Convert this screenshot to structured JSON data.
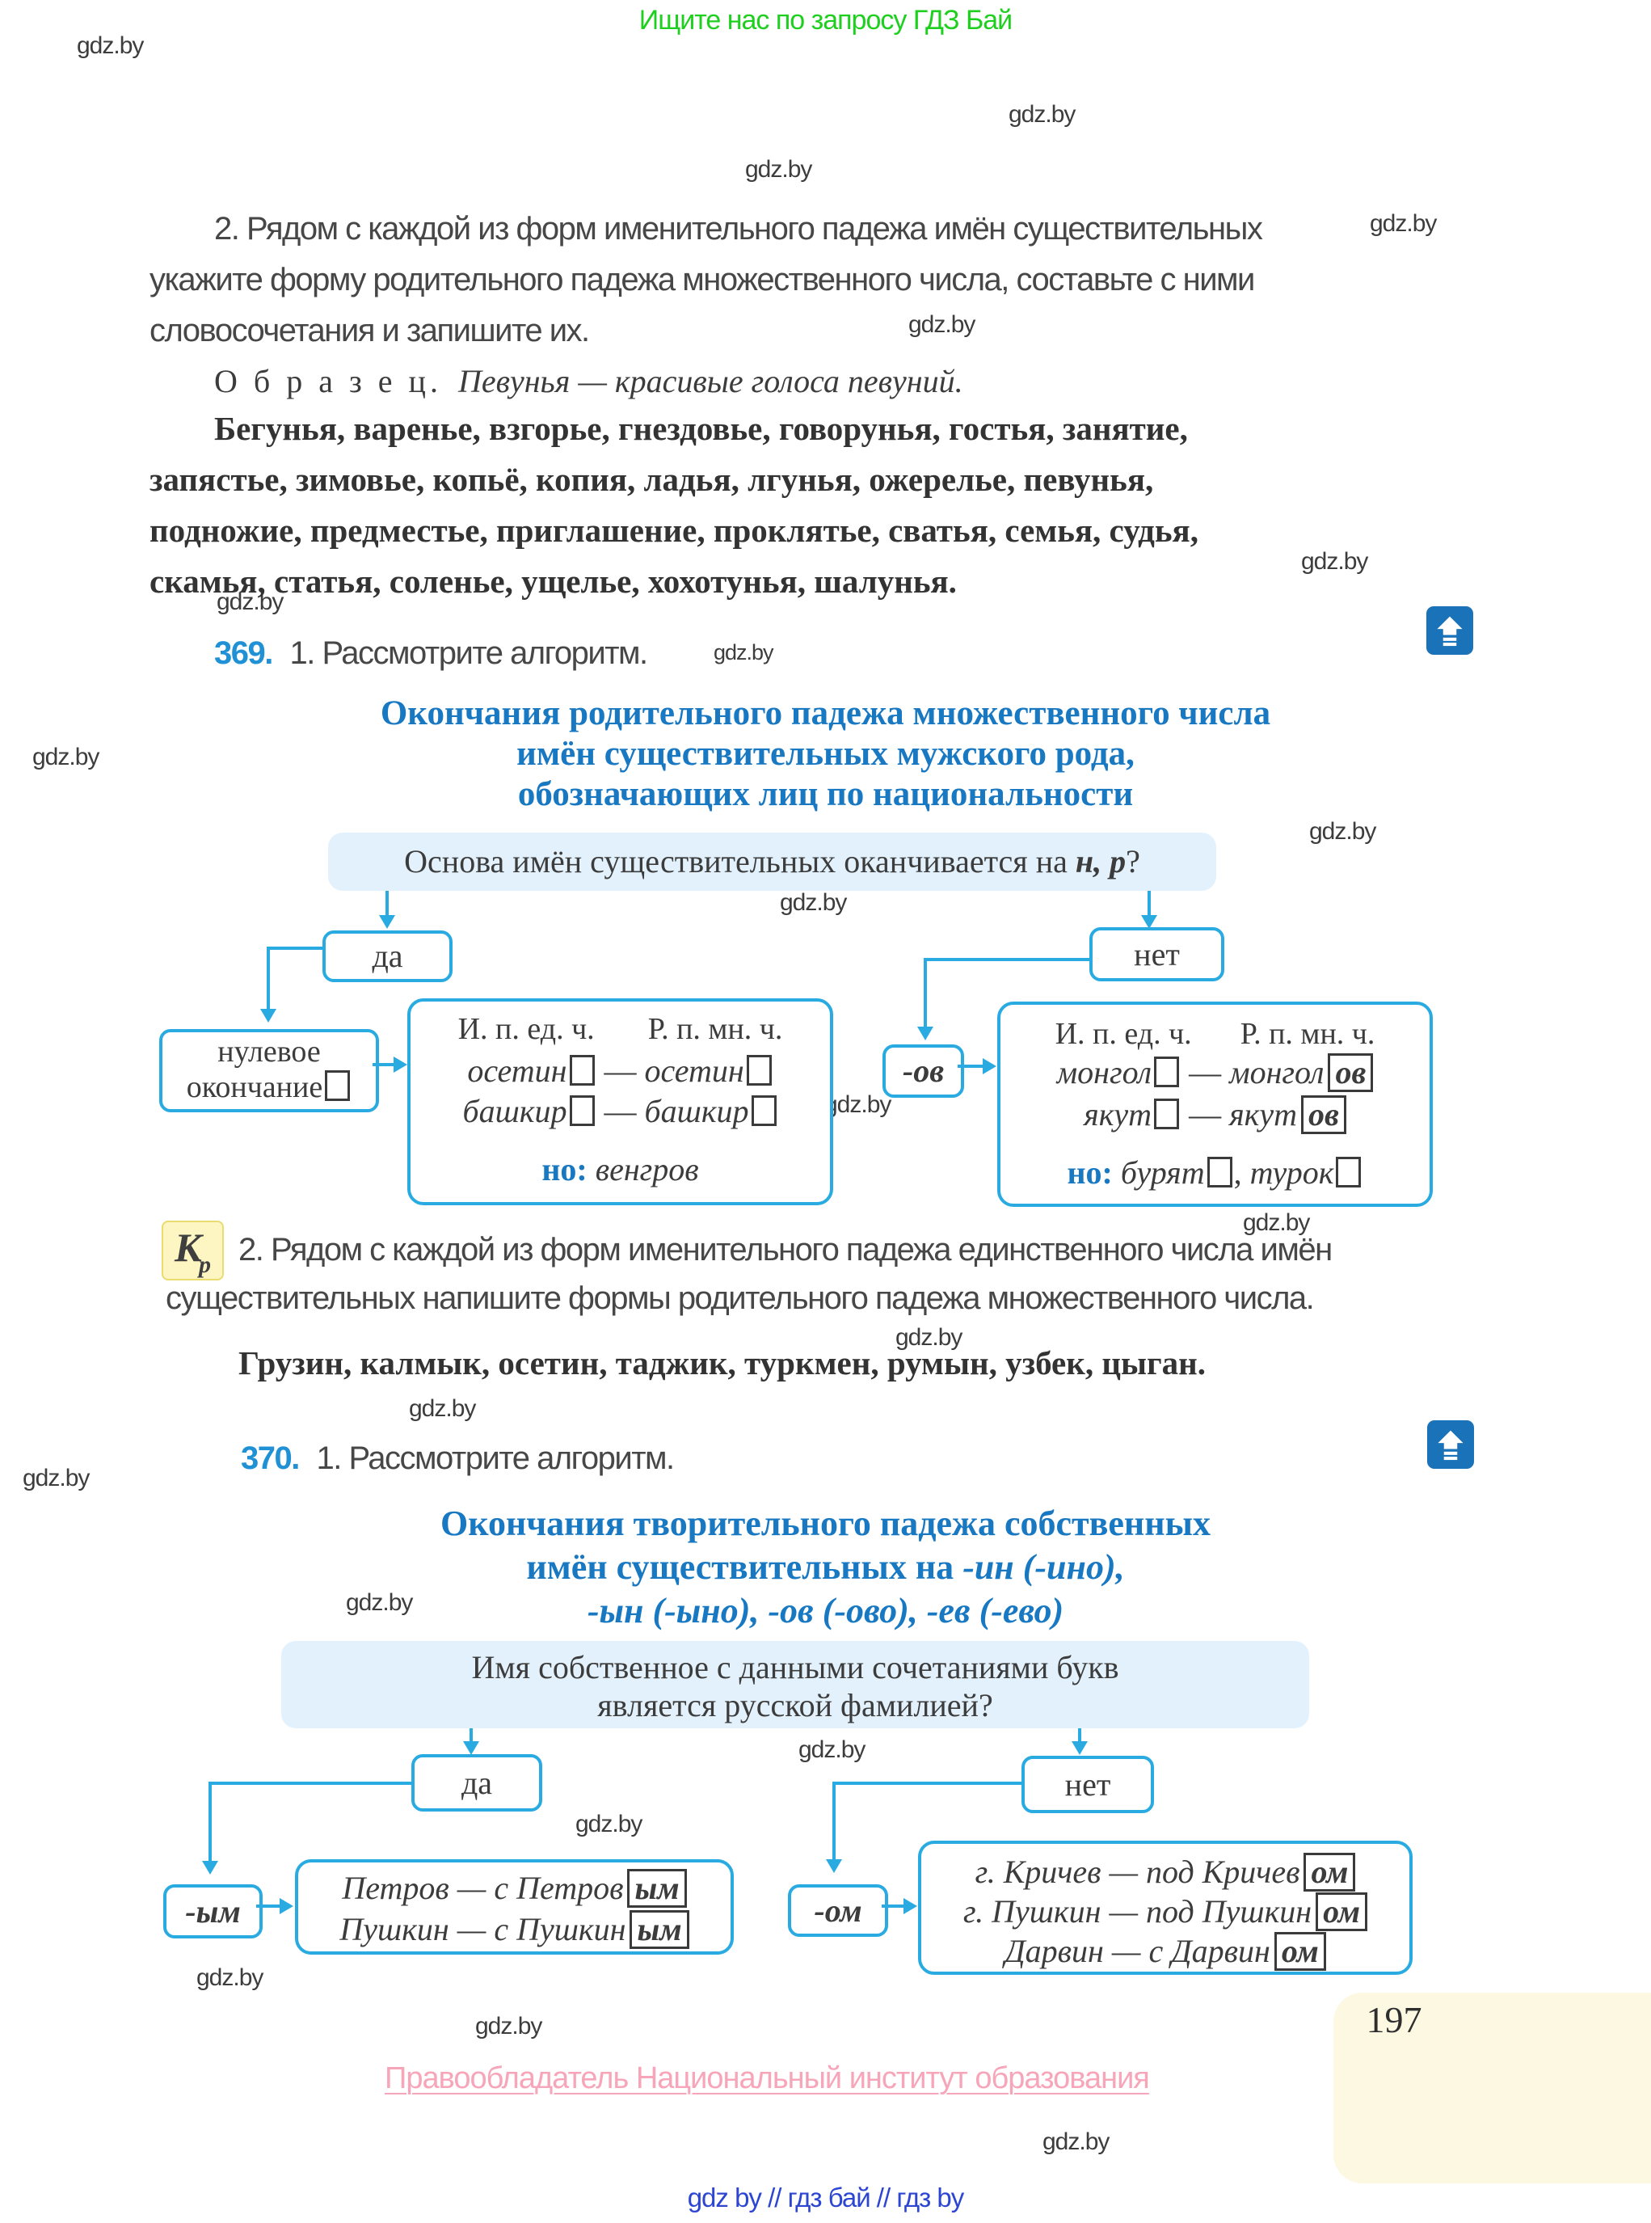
{
  "page": {
    "watermark": "gdz.by",
    "top_notice": "Ищите нас по запросу ГДЗ Бай",
    "page_number": "197",
    "copyright": "Правообладатель Национальный институт образования",
    "footer": "gdz by  //  гдз бай  //  гдз by"
  },
  "icons": {
    "back_to_top": "arrow-up-with-lines"
  },
  "task1": {
    "lines": [
      "2. Рядом с каждой из форм именительного падежа имён существительных",
      "укажите форму родительного падежа множественного числа, составьте с ними",
      "словосочетания и запишите их."
    ],
    "obrazec_label": "О б р а з е ц.",
    "obrazec_text": "Певунья — красивые голоса певуний.",
    "words": [
      "Бегунья, варенье, взгорье, гнездовье, говорунья, гостья, занятие,",
      "запястье, зимовье, копьё, копия, ладья, лгунья, ожерелье, певунья,",
      "подножие, предместье, приглашение, проклятье, сватья, семья, судья,",
      "скамья, статья, соленье, ущелье, хохотунья, шалунья."
    ]
  },
  "ex369": {
    "number": "369.",
    "intro": "1. Рассмотрите алгоритм.",
    "heading_lines": [
      "Окончания родительного падежа множественного числа",
      "имён существительных мужского рода,",
      "обозначающих лиц по национальности"
    ],
    "question_prefix": "Основа имён существительных оканчивается на ",
    "question_emphasis": "н, р",
    "question_suffix": "?",
    "yes": "да",
    "no": "нет",
    "zero_line1": "нулевое",
    "zero_line2": "окончание",
    "col1": "И. п. ед. ч.",
    "col2": "Р. п. мн. ч.",
    "left_rows": [
      {
        "a": "осетин",
        "b": "осетин"
      },
      {
        "a": "башкир",
        "b": "башкир"
      }
    ],
    "left_note_label": "но:",
    "left_note": "венгров",
    "ov": "-ов",
    "right_rows": [
      {
        "a": "монгол",
        "b": "монгол",
        "end": "ов"
      },
      {
        "a": "якут",
        "b": "якут",
        "end": "ов"
      }
    ],
    "right_note_label": "но:",
    "right_note_word1": "бурят",
    "right_note_sep": ", ",
    "right_note_word2": "турок",
    "badge_main": "К",
    "badge_sub": "р",
    "part2_lines": [
      "2. Рядом с каждой из форм именительного падежа единственного числа имён",
      "существительных напишите формы родительного падежа множественного числа."
    ],
    "part2_words": "Грузин, калмык, осетин, таджик, туркмен, румын, узбек, цыган."
  },
  "ex370": {
    "number": "370.",
    "intro": "1. Рассмотрите алгоритм.",
    "heading_line1": "Окончания творительного падежа собственных",
    "heading_line2_normal": "имён существительных на ",
    "heading_line2_italic": "-ин (-ино),",
    "heading_line3_italic": "-ын (-ыно), -ов (-ово), -ев (-ево)",
    "question_lines": [
      "Имя собственное с данными сочетаниями букв",
      "является русской фамилией?"
    ],
    "yes": "да",
    "no": "нет",
    "ym": "-ым",
    "om": "-ом",
    "yes_rows": [
      {
        "base": "Петров — с Петров",
        "end": "ым"
      },
      {
        "base": "Пушкин — с Пушкин",
        "end": "ым"
      }
    ],
    "no_rows": [
      {
        "base": "г. Кричев — под Кричев",
        "end": "ом"
      },
      {
        "base": "г. Пушкин — под Пушкин",
        "end": "ом"
      },
      {
        "base": "Дарвин — с Дарвин",
        "end": "ом"
      }
    ]
  }
}
